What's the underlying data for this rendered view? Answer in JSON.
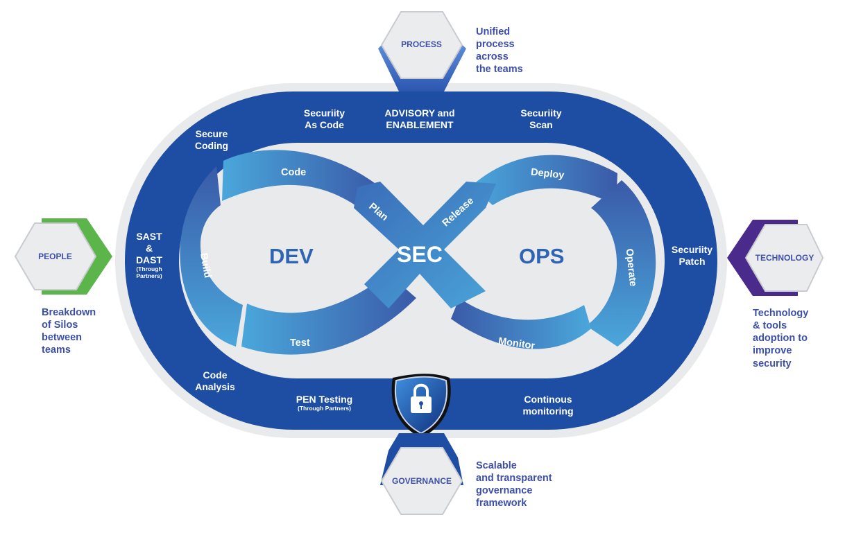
{
  "ring_labels": {
    "security_as_code": "Securiity\nAs Code",
    "advisory": "ADVISORY and\nENABLEMENT",
    "security_scan": "Securiity\nScan",
    "secure_coding": "Secure\nCoding",
    "sast_dast": "SAST\n&\nDAST",
    "sast_dast_note": "(Through\nPartners)",
    "security_patch": "Securiity\nPatch",
    "code_analysis": "Code\nAnalysis",
    "pen_testing": "PEN Testing",
    "pen_testing_note": "(Through Partners)",
    "continuous_monitoring": "Continous\nmonitoring"
  },
  "loop_segments": {
    "code": "Code",
    "build": "Build",
    "test": "Test",
    "plan": "Plan",
    "release": "Release",
    "deploy": "Deploy",
    "operate": "Operate",
    "monitor": "Monitor"
  },
  "center": {
    "dev": "DEV",
    "sec": "SEC",
    "ops": "OPS"
  },
  "pillars": {
    "process": {
      "label": "PROCESS",
      "note": "Unified\nprocess\nacross\nthe teams"
    },
    "people": {
      "label": "PEOPLE",
      "note": "Breakdown\nof Silos\nbetween\nteams"
    },
    "technology": {
      "label": "TECHNOLOGY",
      "note": "Technology\n& tools\nadoption to\nimprove\nsecurity"
    },
    "governance": {
      "label": "GOVERNANCE",
      "note": "Scalable\nand transparent\ngovernance\nframework"
    }
  },
  "colors": {
    "ring_blue": "#1d4ea3",
    "ring_outer_gray": "#e9eaec",
    "loop_light": "#4aa0d6",
    "loop_dark": "#3a5fae",
    "center_text": "#2f64b4",
    "hex_fill": "#ebecee",
    "people_green": "#5cb54a",
    "technology_purple": "#4a2a8a",
    "process_blue": "#3f6fc3",
    "note_text": "#3d4fa8"
  },
  "icons": {
    "shield": "lock-shield-icon"
  }
}
